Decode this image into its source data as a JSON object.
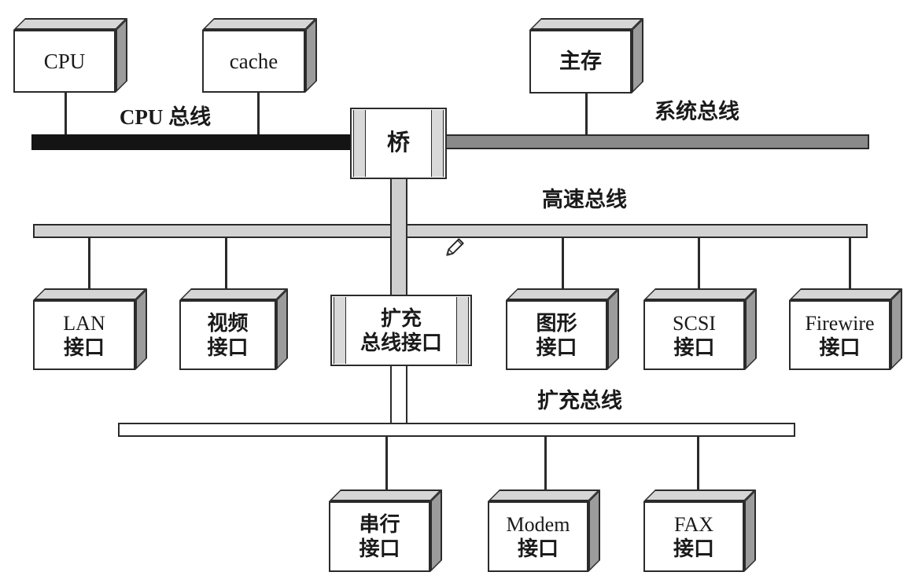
{
  "diagram_title": "multi-bus computer architecture diagram",
  "nodes": {
    "cpu": {
      "label": "CPU"
    },
    "cache": {
      "label": "cache"
    },
    "main_memory": {
      "label": "主存"
    },
    "bridge": {
      "label": "桥"
    },
    "lan": {
      "line1": "LAN",
      "line2": "接口"
    },
    "video": {
      "line1": "视频",
      "line2": "接口"
    },
    "expansion_interface": {
      "line1": "扩充",
      "line2": "总线接口"
    },
    "graphics": {
      "line1": "图形",
      "line2": "接口"
    },
    "scsi": {
      "line1": "SCSI",
      "line2": "接口"
    },
    "firewire": {
      "line1": "Firewire",
      "line2": "接口"
    },
    "serial": {
      "line1": "串行",
      "line2": "接口"
    },
    "modem": {
      "line1": "Modem",
      "line2": "接口"
    },
    "fax": {
      "line1": "FAX",
      "line2": "接口"
    }
  },
  "buses": {
    "cpu_bus": {
      "label": "CPU 总线",
      "color": "#141414"
    },
    "system_bus": {
      "label": "系统总线",
      "color": "#8a8a8a"
    },
    "highspeed_bus": {
      "label": "高速总线",
      "color": "#d2d2d2"
    },
    "expansion_bus": {
      "label": "扩充总线",
      "color": "#ffffff"
    }
  },
  "connector_bars": {
    "bridge_to_interface": {
      "color": "#cfcfcf"
    },
    "interface_to_expansion_bus": {
      "color": "#ffffff"
    }
  },
  "cursor": {
    "icon": "pencil-cursor"
  }
}
